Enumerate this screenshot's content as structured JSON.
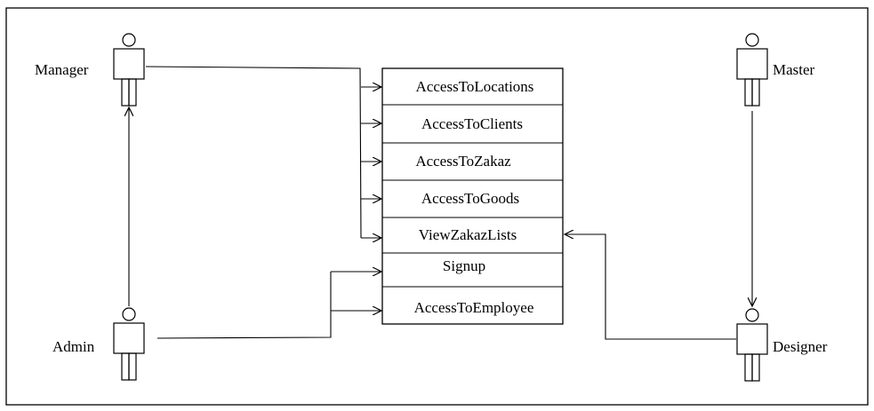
{
  "actors": {
    "manager": "Manager",
    "master": "Master",
    "admin": "Admin",
    "designer": "Designer"
  },
  "functions": [
    "AccessToLocations",
    "AccessToClients",
    "AccessToZakaz",
    "AccessToGoods",
    "ViewZakazLists",
    "Signup",
    "AccessToEmployee"
  ]
}
